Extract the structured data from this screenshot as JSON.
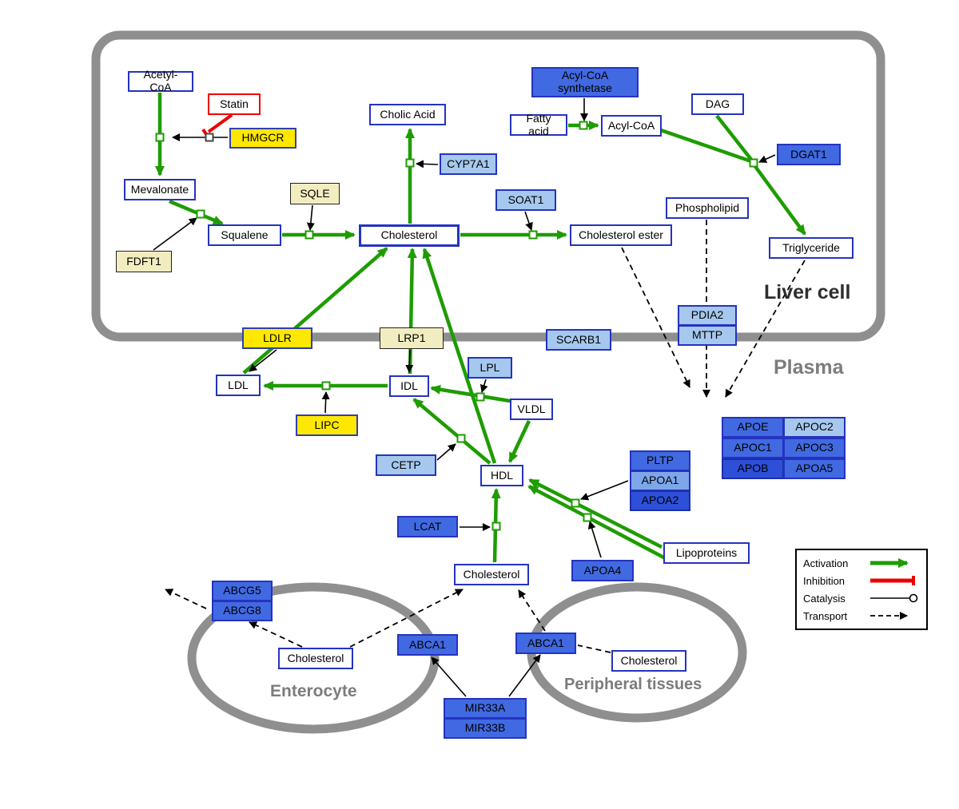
{
  "regions": {
    "liver": "Liver cell",
    "plasma": "Plasma",
    "enterocyte": "Enterocyte",
    "peripheral": "Peripheral tissues"
  },
  "nodes": {
    "acetyl_coa": "Acetyl-CoA",
    "statin": "Statin",
    "hmgcr": "HMGCR",
    "mevalonate": "Mevalonate",
    "fdft1": "FDFT1",
    "squalene": "Squalene",
    "sqle": "SQLE",
    "cholic_acid": "Cholic Acid",
    "cyp7a1": "CYP7A1",
    "cholesterol_liver": "Cholesterol",
    "soat1": "SOAT1",
    "cholesterol_ester": "Cholesterol ester",
    "acyl_coa_synthetase": "Acyl-CoA synthetase",
    "fatty_acid": "Fatty acid",
    "acyl_coa": "Acyl-CoA",
    "dag": "DAG",
    "dgat1": "DGAT1",
    "phospholipid": "Phospholipid",
    "triglyceride": "Triglyceride",
    "ldlr": "LDLR",
    "lrp1": "LRP1",
    "scarb1": "SCARB1",
    "pdia2": "PDIA2",
    "mttp": "MTTP",
    "ldl": "LDL",
    "idl": "IDL",
    "lpl": "LPL",
    "vldl": "VLDL",
    "lipc": "LIPC",
    "cetp": "CETP",
    "hdl": "HDL",
    "pltp": "PLTP",
    "apoa1": "APOA1",
    "apoa2": "APOA2",
    "apoe": "APOE",
    "apoc2": "APOC2",
    "apoc1": "APOC1",
    "apoc3": "APOC3",
    "apob": "APOB",
    "apoa5": "APOA5",
    "lcat": "LCAT",
    "apoa4": "APOA4",
    "lipoproteins": "Lipoproteins",
    "cholesterol_plasma": "Cholesterol",
    "abcg5": "ABCG5",
    "abcg8": "ABCG8",
    "cholesterol_enterocyte": "Cholesterol",
    "abca1_left": "ABCA1",
    "abca1_right": "ABCA1",
    "cholesterol_peripheral": "Cholesterol",
    "mir33a": "MIR33A",
    "mir33b": "MIR33B"
  },
  "legend": [
    "Activation",
    "Inhibition",
    "Catalysis",
    "Transport"
  ],
  "edges": [
    {
      "from": "Acetyl-CoA",
      "to": "Mevalonate",
      "type": "activation",
      "catalyst": "HMGCR",
      "inhibitor": "Statin"
    },
    {
      "from": "Mevalonate",
      "to": "Squalene",
      "type": "activation",
      "catalyst": "FDFT1"
    },
    {
      "from": "Squalene",
      "to": "Cholesterol",
      "type": "activation",
      "catalyst": "SQLE"
    },
    {
      "from": "Cholesterol",
      "to": "Cholic Acid",
      "type": "activation",
      "catalyst": "CYP7A1"
    },
    {
      "from": "Cholesterol",
      "to": "Cholesterol ester",
      "type": "activation",
      "catalyst": "SOAT1"
    },
    {
      "from": "Fatty acid",
      "to": "Acyl-CoA",
      "type": "activation",
      "catalyst": "Acyl-CoA synthetase"
    },
    {
      "from": "Acyl-CoA + DAG",
      "to": "Triglyceride",
      "type": "activation",
      "catalyst": "DGAT1"
    },
    {
      "from": "IDL",
      "to": "LDL",
      "type": "activation",
      "catalyst": "LIPC"
    },
    {
      "from": "VLDL",
      "to": "IDL",
      "type": "activation",
      "catalyst": "LPL"
    },
    {
      "from": "LDL",
      "to": "Cholesterol (liver)",
      "type": "activation",
      "catalyst": "LDLR"
    },
    {
      "from": "IDL",
      "to": "Cholesterol (liver)",
      "type": "activation",
      "catalyst": "LRP1"
    },
    {
      "from": "HDL",
      "to": "Cholesterol (liver)",
      "type": "activation"
    },
    {
      "from": "HDL",
      "to": "IDL",
      "type": "activation",
      "catalyst": "CETP"
    },
    {
      "from": "VLDL",
      "to": "HDL",
      "type": "activation"
    },
    {
      "from": "Cholesterol (plasma)",
      "to": "HDL",
      "type": "activation",
      "catalyst": "LCAT"
    },
    {
      "from": "Lipoproteins",
      "to": "HDL",
      "type": "activation",
      "catalysts": [
        "PLTP/APOA1/APOA2",
        "APOA4"
      ]
    },
    {
      "from": "Cholesterol ester",
      "to": "plasma",
      "type": "transport"
    },
    {
      "from": "Phospholipid",
      "to": "plasma",
      "type": "transport",
      "via": "PDIA2/MTTP"
    },
    {
      "from": "Triglyceride",
      "to": "plasma",
      "type": "transport"
    },
    {
      "from": "Cholesterol (enterocyte)",
      "to": "ABCG5/ABCG8 efflux",
      "type": "transport"
    },
    {
      "from": "Cholesterol (enterocyte)",
      "to": "Cholesterol (plasma)",
      "type": "transport",
      "via": "ABCA1"
    },
    {
      "from": "Cholesterol (peripheral)",
      "to": "Cholesterol (plasma)",
      "type": "transport",
      "via": "ABCA1"
    },
    {
      "from": "MIR33A/MIR33B",
      "to": "ABCA1",
      "type": "catalysis"
    }
  ],
  "colors": {
    "activation": "#1e9c00",
    "inhibition": "#ee0000",
    "transport": "#000000",
    "membrane": "#8f8f8f",
    "metabolite_border": "#2433c0",
    "enzyme_yellow": "#ffe800",
    "enzyme_cream": "#f1edc0",
    "protein_blue": "#4169e1",
    "protein_lightblue": "#a6c8ee",
    "protein_darkblue": "#2e4fd8"
  }
}
